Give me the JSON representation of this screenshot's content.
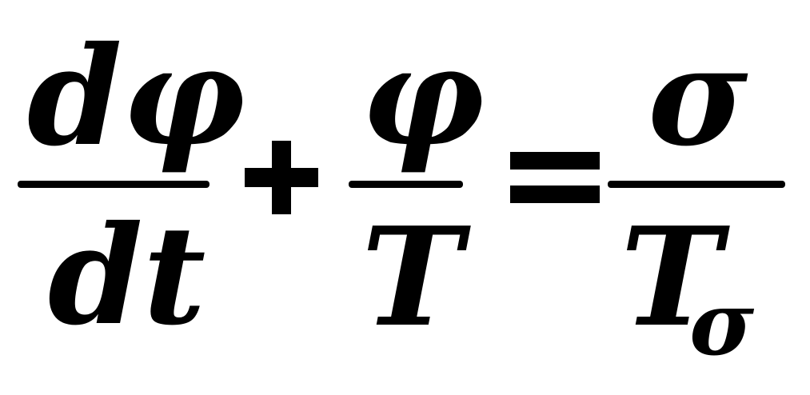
{
  "equation": {
    "term1": {
      "numerator": "dφ",
      "denominator": "dt"
    },
    "plus": "+",
    "term2": {
      "numerator": "φ",
      "denominator": "T"
    },
    "equals": "=",
    "term3": {
      "numerator": "σ",
      "denominator": "T",
      "denominator_subscript": "σ"
    }
  }
}
